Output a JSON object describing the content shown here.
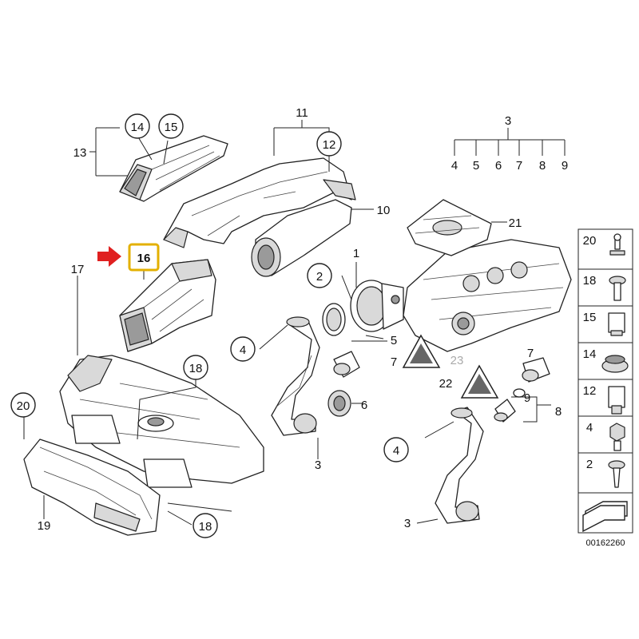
{
  "diagram": {
    "catalog_number": "00162260",
    "highlighted_part": "16",
    "accent_color": "#e02020",
    "callouts": {
      "c1": "1",
      "c2": "2",
      "c3a": "3",
      "c3b": "3",
      "c3c": "3",
      "c4a": "4",
      "c4b": "4",
      "c4c": "4",
      "c5": "5",
      "c6": "6",
      "c7a": "7",
      "c7b": "7",
      "c7c": "7",
      "c8": "8",
      "c9a": "9",
      "c9b": "9",
      "c10": "10",
      "c11": "11",
      "c12": "12",
      "c13": "13",
      "c14": "14",
      "c15": "15",
      "c16": "16",
      "c17": "17",
      "c18a": "18",
      "c18b": "18",
      "c19": "19",
      "c20": "20",
      "c21": "21",
      "c22": "22",
      "c23": "23",
      "c5b": "5",
      "c6b": "6"
    },
    "side_panel": [
      "20",
      "18",
      "15",
      "14",
      "12",
      "4",
      "2"
    ]
  }
}
